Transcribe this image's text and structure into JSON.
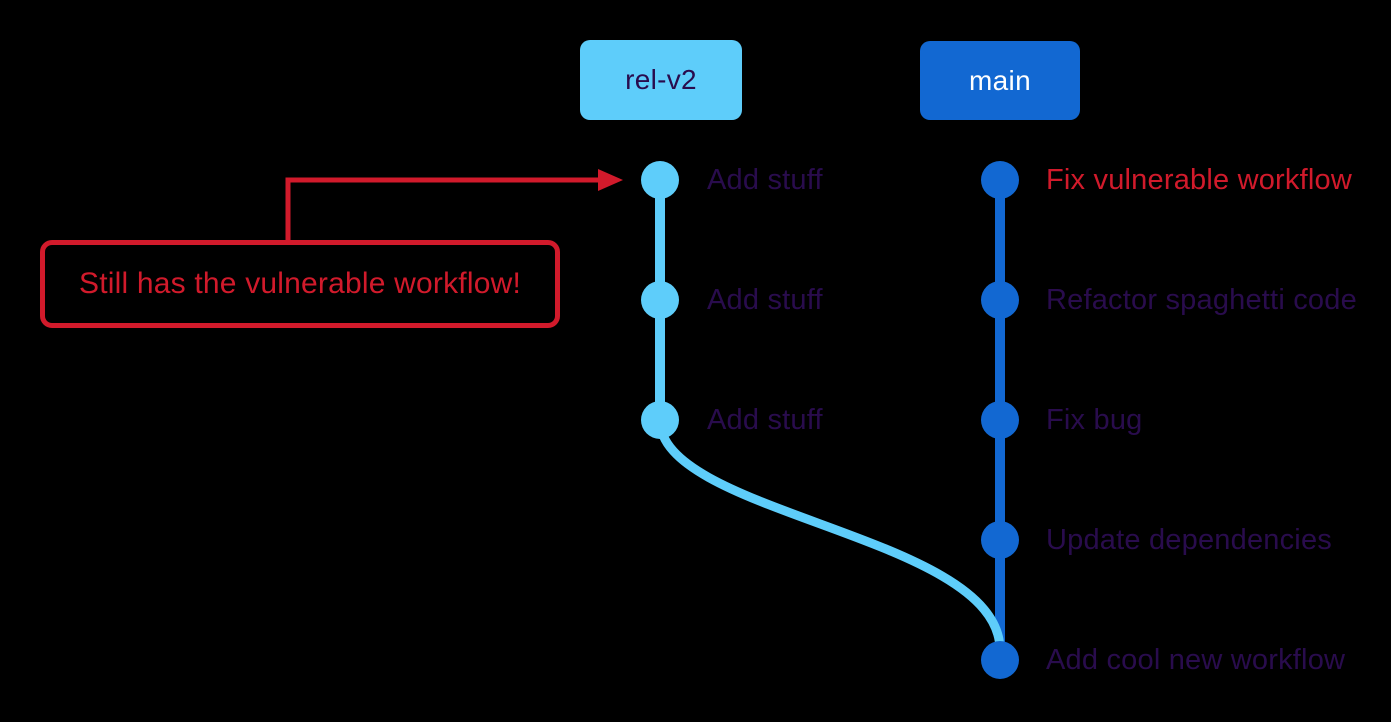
{
  "colors": {
    "background": "#000000",
    "rel_v2_branch": "#5ECDFA",
    "main_branch": "#1268D2",
    "warning_red": "#D11A2B",
    "commit_text_purple": "#290C4D",
    "main_label_text": "#FFFFFF"
  },
  "branches": [
    {
      "label": "rel-v2",
      "commits": [
        "Add stuff",
        "Add stuff",
        "Add stuff"
      ]
    },
    {
      "label": "main",
      "commits": [
        "Fix vulnerable workflow",
        "Refactor spaghetti code",
        "Fix bug",
        "Update dependencies",
        "Add cool new workflow"
      ]
    }
  ],
  "callout": {
    "text": "Still has the vulnerable workflow!"
  }
}
